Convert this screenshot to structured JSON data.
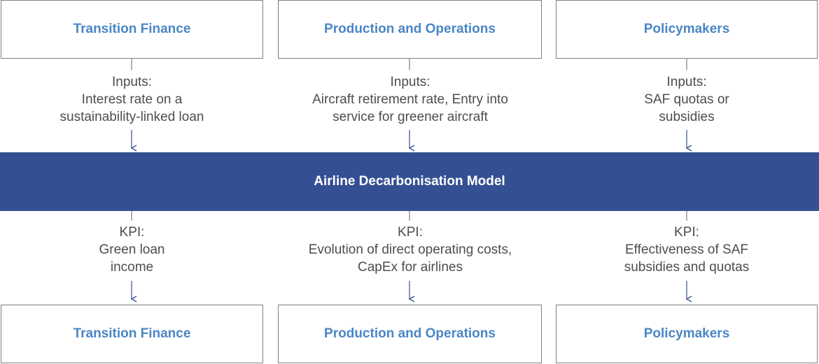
{
  "top_row": [
    {
      "label": "Transition Finance"
    },
    {
      "label": "Production and Operations"
    },
    {
      "label": "Policymakers"
    }
  ],
  "inputs": [
    {
      "heading": "Inputs:",
      "lines": [
        "Interest rate on a",
        "sustainability-linked loan"
      ]
    },
    {
      "heading": "Inputs:",
      "lines": [
        "Aircraft retirement rate, Entry into",
        "service for greener aircraft"
      ]
    },
    {
      "heading": "Inputs:",
      "lines": [
        "SAF quotas or",
        "subsidies"
      ]
    }
  ],
  "model": {
    "label": "Airline Decarbonisation Model"
  },
  "kpis": [
    {
      "heading": "KPI:",
      "lines": [
        "Green loan",
        "income"
      ]
    },
    {
      "heading": "KPI:",
      "lines": [
        "Evolution of direct operating costs,",
        "CapEx for airlines"
      ]
    },
    {
      "heading": "KPI:",
      "lines": [
        "Effectiveness of SAF",
        "subsidies and quotas"
      ]
    }
  ],
  "bottom_row": [
    {
      "label": "Transition Finance"
    },
    {
      "label": "Production and Operations"
    },
    {
      "label": "Policymakers"
    }
  ],
  "colors": {
    "box_title": "#4a86c5",
    "band": "#345093",
    "text": "#4d4d4d",
    "border": "#7f7f7f"
  }
}
